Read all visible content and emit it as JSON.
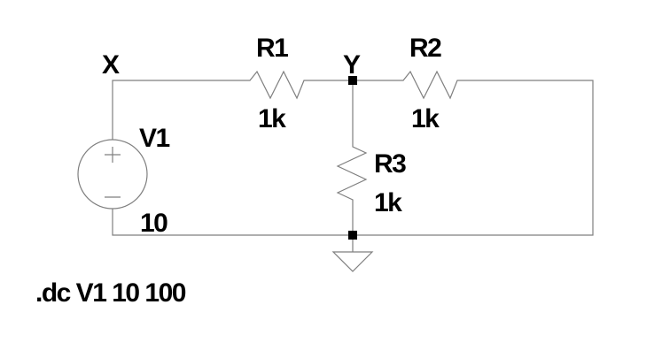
{
  "nets": {
    "x": "X",
    "y": "Y"
  },
  "components": {
    "r1": {
      "name": "R1",
      "value": "1k"
    },
    "r2": {
      "name": "R2",
      "value": "1k"
    },
    "r3": {
      "name": "R3",
      "value": "1k"
    },
    "v1": {
      "name": "V1",
      "value": "10"
    }
  },
  "directive": ".dc V1 10 100",
  "colors": {
    "wire": "#7f7f7f",
    "junction": "#000000",
    "text": "#000000",
    "background": "#ffffff"
  }
}
